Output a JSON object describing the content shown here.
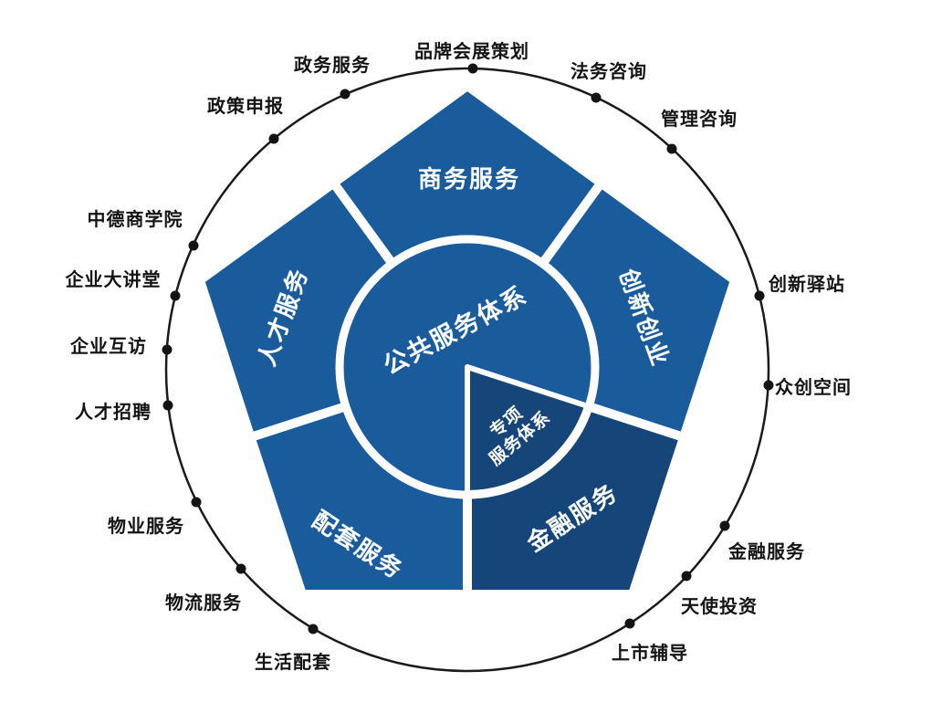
{
  "diagram": {
    "colors": {
      "primary_blue": "#1a5c9b",
      "dark_blue": "#164679",
      "outline_black": "#1a1a1a",
      "dot_black": "#141414",
      "text_white": "#ffffff"
    },
    "center": {
      "label": "公共服务体系"
    },
    "special_wedge": {
      "line1": "专项",
      "line2": "服务体系"
    },
    "segments": [
      "商务服务",
      "创新创业",
      "金融服务",
      "配套服务",
      "人才服务"
    ],
    "outer_labels": [
      "品牌会展策划",
      "政务服务",
      "法务咨询",
      "政策申报",
      "管理咨询",
      "中德商学院",
      "企业大讲堂",
      "企业互访",
      "人才招聘",
      "物业服务",
      "物流服务",
      "生活配套",
      "上市辅导",
      "天使投资",
      "金融服务",
      "众创空间",
      "创新驿站"
    ]
  }
}
